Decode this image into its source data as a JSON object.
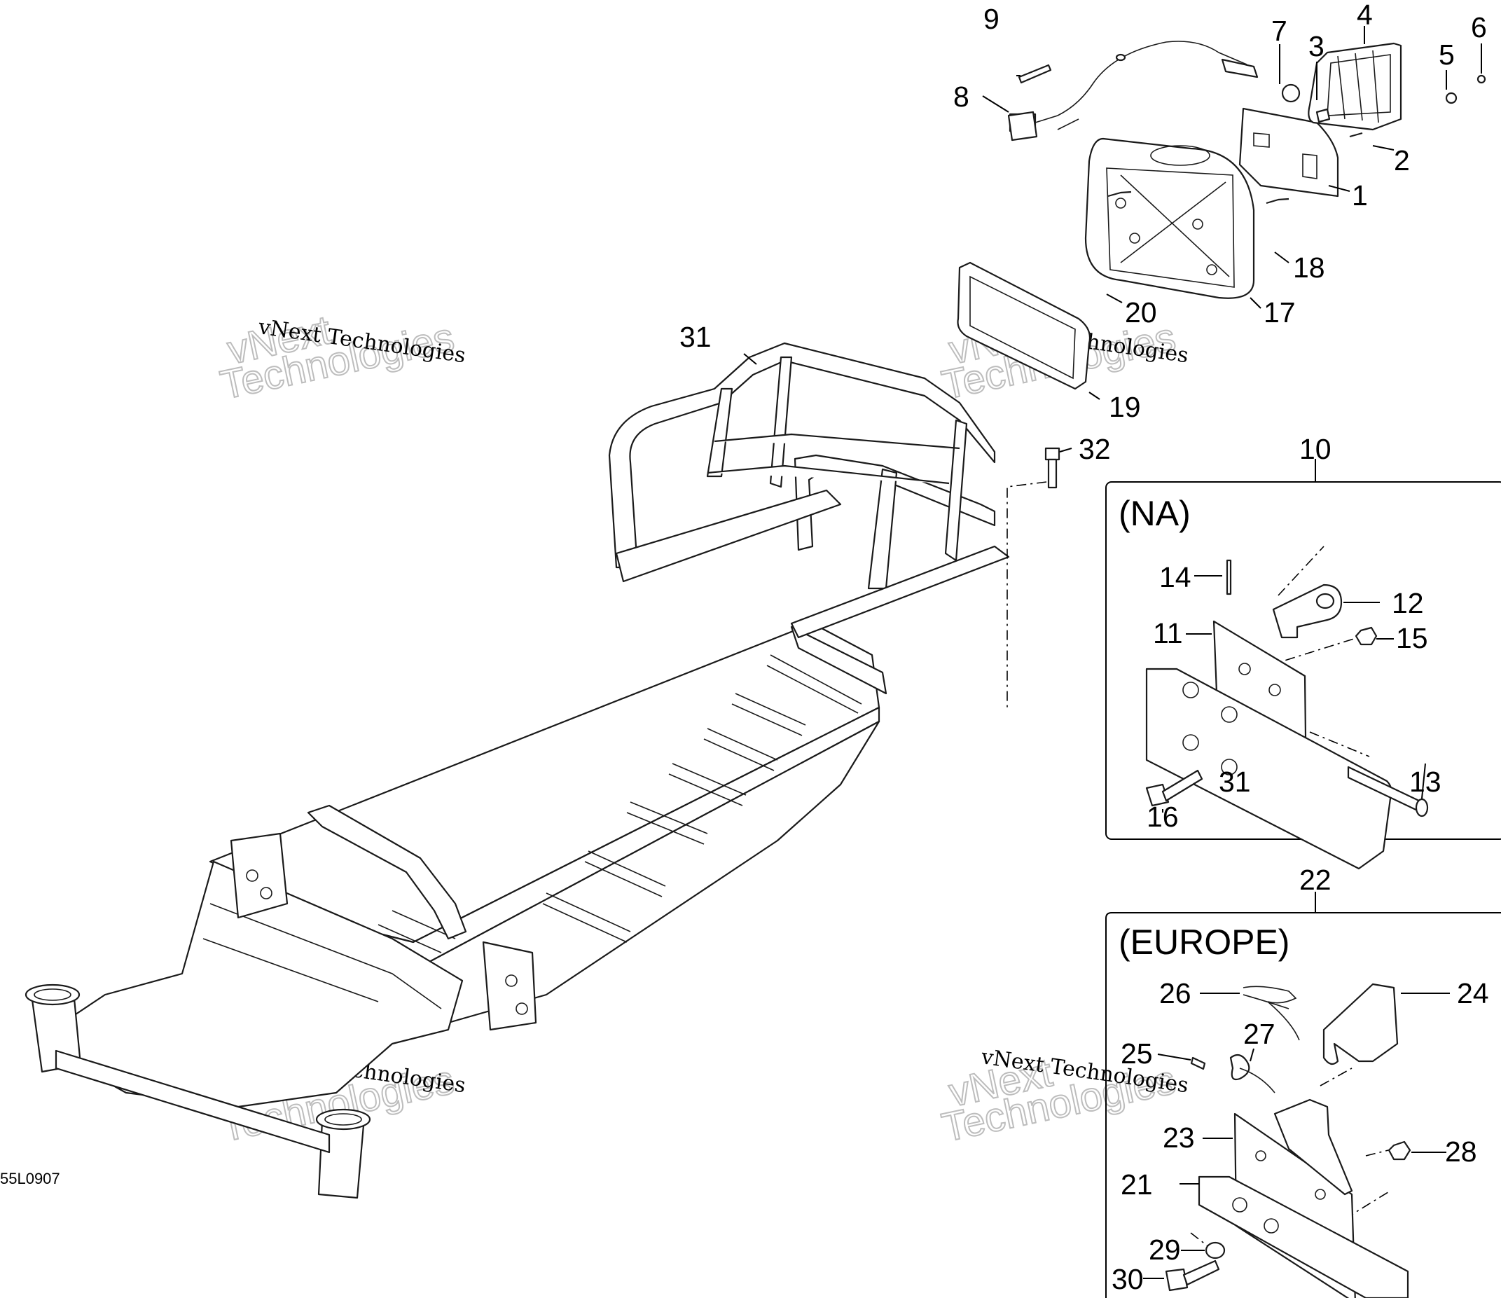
{
  "drawing_code": "55L0907",
  "watermark": {
    "line1": "vNext Technologies",
    "big_line1": "vNext",
    "big_line2": "Technologies"
  },
  "panels": {
    "na": {
      "number": "10",
      "title": "(NA)"
    },
    "europe": {
      "number": "22",
      "title": "(EUROPE)"
    }
  },
  "callouts": {
    "c1": "1",
    "c2": "2",
    "c3": "3",
    "c4": "4",
    "c5": "5",
    "c6": "6",
    "c7": "7",
    "c8": "8",
    "c9": "9",
    "c17": "17",
    "c18": "18",
    "c19": "19",
    "c20": "20",
    "c31": "31",
    "c32": "32",
    "c11": "11",
    "c12": "12",
    "c13": "13",
    "c14": "14",
    "c15": "15",
    "c16": "16",
    "c31b": "31",
    "c21": "21",
    "c23": "23",
    "c24": "24",
    "c25": "25",
    "c26": "26",
    "c27": "27",
    "c28": "28",
    "c29": "29",
    "c30": "30"
  }
}
